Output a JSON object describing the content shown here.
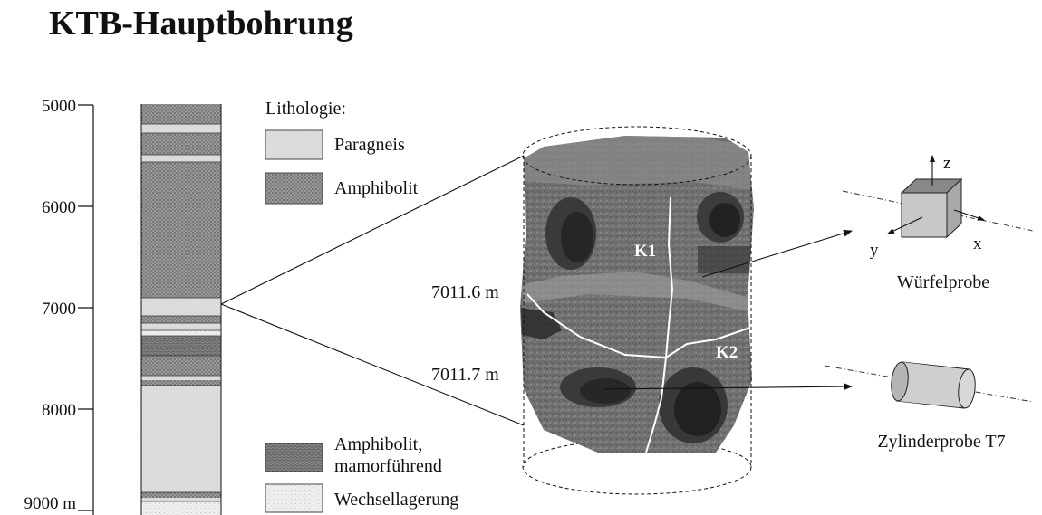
{
  "title": "KTB-Hauptbohrung",
  "depth_axis": {
    "ticks": [
      "5000",
      "6000",
      "7000",
      "8000",
      "9000 m"
    ]
  },
  "legend": {
    "heading": "Lithologie:",
    "items": [
      {
        "label": "Paragneis",
        "pattern": "paragneis"
      },
      {
        "label": "Amphibolit",
        "pattern": "amphibolit"
      },
      {
        "label_line1": "Amphibolit,",
        "label_line2": "mamorführend",
        "pattern": "amphibolit-marble"
      },
      {
        "label": "Wechsellagerung",
        "pattern": "wechsel"
      }
    ]
  },
  "core": {
    "depth_upper": "7011.6 m",
    "depth_lower": "7011.7 m",
    "fracture_1": "K1",
    "fracture_2": "K2"
  },
  "samples": {
    "cube_label": "Würfelprobe",
    "cylinder_label": "Zylinderprobe T7",
    "axis_z": "z",
    "axis_x": "x",
    "axis_y": "y"
  },
  "colors": {
    "paragneis": "#dcdcdc",
    "amphibolit": "#8c8c8c",
    "wechsel": "#eeeeee",
    "core_rock": "#6f6f6f",
    "cube_top": "#888888",
    "cube_front": "#c8c8c8",
    "cube_side": "#a8a8a8"
  }
}
